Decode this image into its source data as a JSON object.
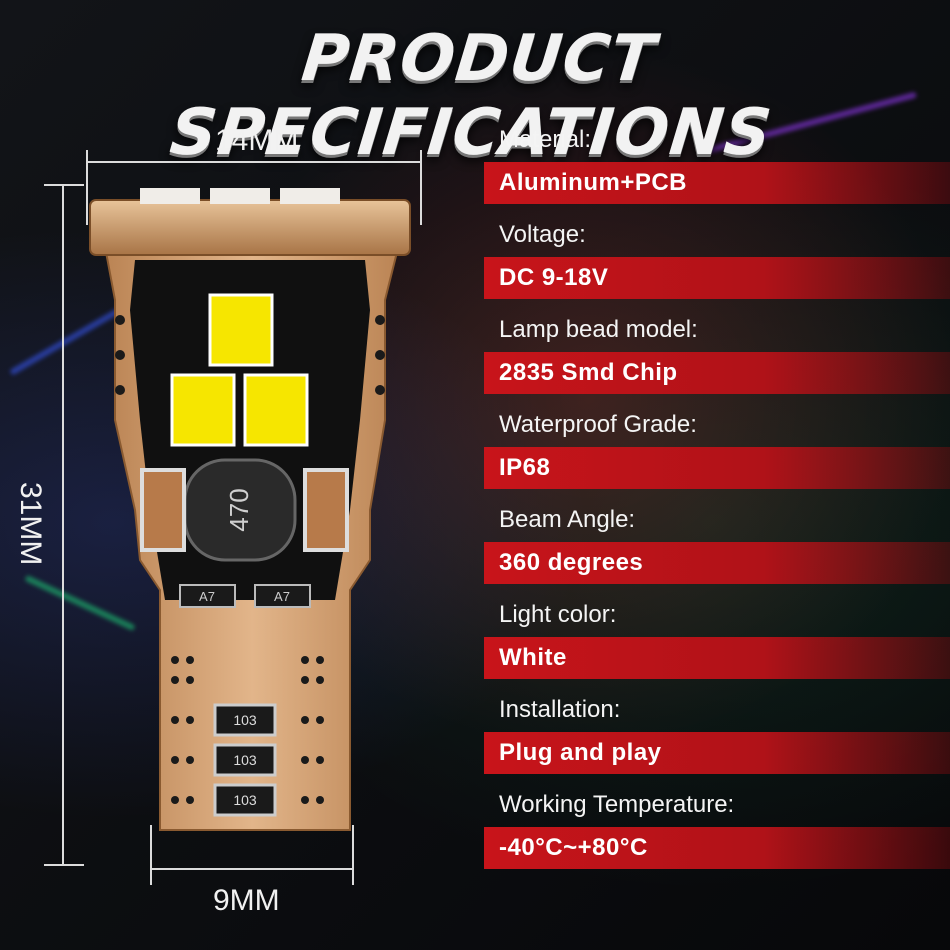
{
  "title": "PRODUCT SPECIFICATIONS",
  "dimensions": {
    "width_top": "14MM",
    "height": "31MM",
    "width_bottom": "9MM"
  },
  "chip_labels": {
    "inductor": "470",
    "diode_1": "A7",
    "diode_2": "A7",
    "resistor_1": "103",
    "resistor_2": "103",
    "resistor_3": "103"
  },
  "specs": [
    {
      "label": "Material:",
      "value": "Aluminum+PCB"
    },
    {
      "label": "Voltage:",
      "value": "DC 9-18V"
    },
    {
      "label": "Lamp bead model:",
      "value": "2835 Smd Chip"
    },
    {
      "label": "Waterproof Grade:",
      "value": "IP68"
    },
    {
      "label": "Beam Angle:",
      "value": "360 degrees"
    },
    {
      "label": "Light color:",
      "value": "White"
    },
    {
      "label": "Installation:",
      "value": "Plug and play"
    },
    {
      "label": "Working Temperature:",
      "value": "-40°C~+80°C"
    }
  ],
  "colors": {
    "accent_red": "#c8141a",
    "pcb_copper": "#d9a774",
    "led_yellow": "#f6e600"
  }
}
